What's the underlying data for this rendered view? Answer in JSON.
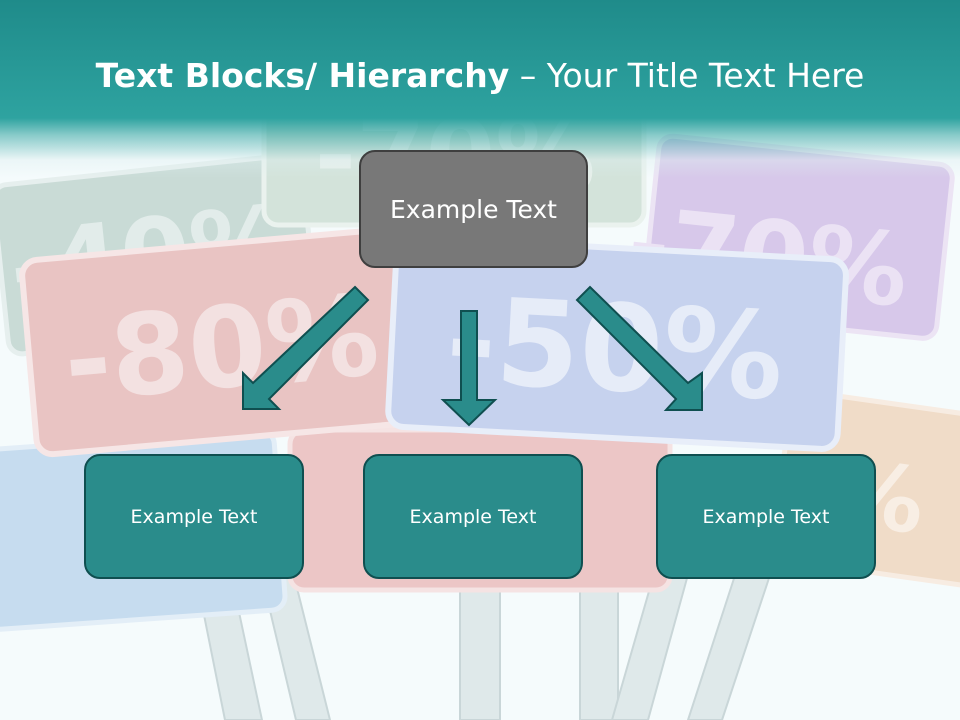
{
  "title": {
    "bold": "Text Blocks/ Hierarchy",
    "rest": " – Your Title Text Here"
  },
  "top_box": {
    "label": "Example Text"
  },
  "children": [
    {
      "label": "Example Text"
    },
    {
      "label": "Example Text"
    },
    {
      "label": "Example Text"
    }
  ],
  "background_signs": [
    "-40%",
    "-70%",
    "-70%",
    "-80%",
    "-50%",
    "%"
  ],
  "colors": {
    "header": "#2ea3a0",
    "top_box": "#787878",
    "child_box": "#2a8c8b",
    "arrow": "#2a8c8b"
  }
}
